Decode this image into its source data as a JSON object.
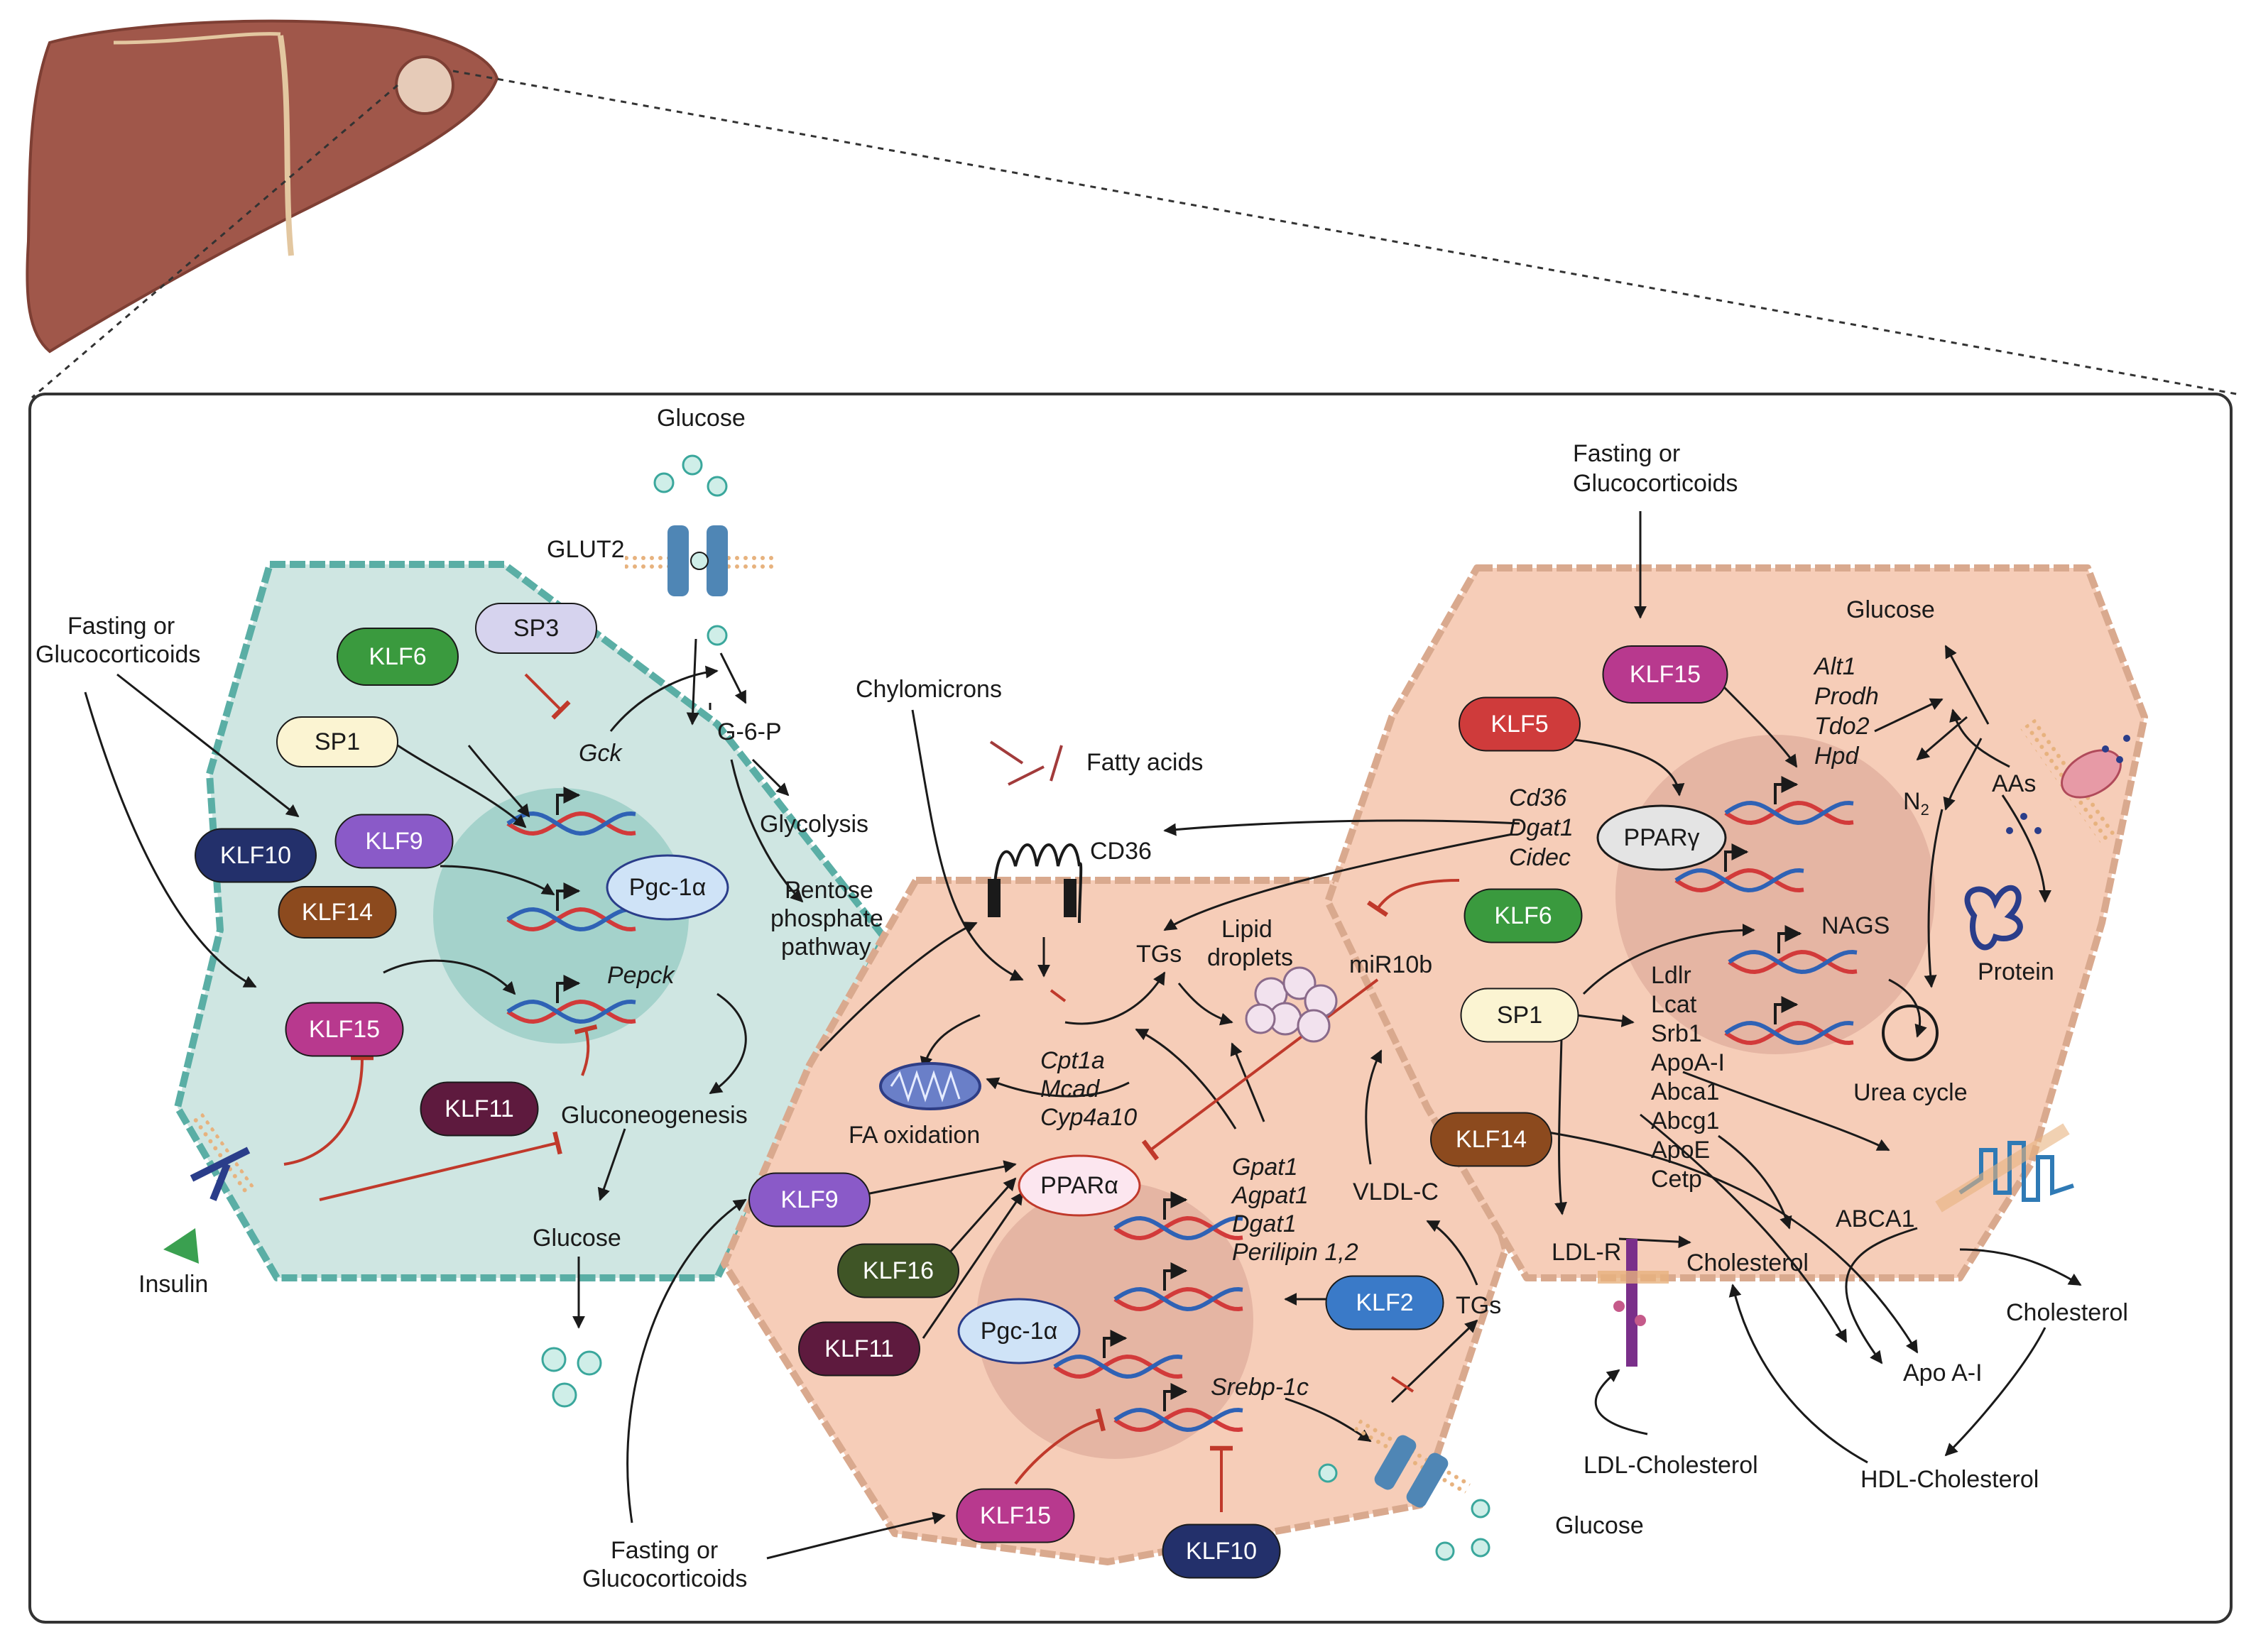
{
  "colors": {
    "liver": "#a0574a",
    "cell_left_fill": "#cfe6e2",
    "cell_left_border": "#5aaea5",
    "cell_right_fill": "#f6cdb8",
    "cell_right_border": "#d9a98e",
    "nucleus_left": "#9fcfc9",
    "nucleus_right": "#e3b3a1",
    "inhibit": "#c0392b",
    "dna_red": "#d23a3a",
    "dna_blue": "#2f62b5"
  },
  "badges": [
    {
      "key": "sp3",
      "label": "SP3",
      "color": "#d6d3ee",
      "dark": true
    },
    {
      "key": "klf6_left",
      "label": "KLF6",
      "color": "#3a9a3e"
    },
    {
      "key": "sp1_left",
      "label": "SP1",
      "color": "#fbf4d2",
      "dark": true
    },
    {
      "key": "klf10_left",
      "label": "KLF10",
      "color": "#23306b"
    },
    {
      "key": "klf9_left",
      "label": "KLF9",
      "color": "#8a5ac8"
    },
    {
      "key": "klf14_left",
      "label": "KLF14",
      "color": "#8c4a1e"
    },
    {
      "key": "klf15_left",
      "label": "KLF15",
      "color": "#b8398e"
    },
    {
      "key": "klf11_left",
      "label": "KLF11",
      "color": "#5e1a3e"
    },
    {
      "key": "klf15_right",
      "label": "KLF15",
      "color": "#b8398e"
    },
    {
      "key": "klf5",
      "label": "KLF5",
      "color": "#cf3b3b"
    },
    {
      "key": "klf6_mid",
      "label": "KLF6",
      "color": "#3a9a3e"
    },
    {
      "key": "sp1_mid",
      "label": "SP1",
      "color": "#fbf4d2",
      "dark": true
    },
    {
      "key": "klf14_mid",
      "label": "KLF14",
      "color": "#8c4a1e"
    },
    {
      "key": "klf9_mid",
      "label": "KLF9",
      "color": "#8a5ac8"
    },
    {
      "key": "klf16",
      "label": "KLF16",
      "color": "#3f5526"
    },
    {
      "key": "klf11_mid",
      "label": "KLF11",
      "color": "#5e1a3e"
    },
    {
      "key": "klf2",
      "label": "KLF2",
      "color": "#3a7ac8"
    },
    {
      "key": "klf15_bottom",
      "label": "KLF15",
      "color": "#b8398e"
    },
    {
      "key": "klf10_bottom",
      "label": "KLF10",
      "color": "#23306b"
    }
  ],
  "proteins": {
    "pgc1a_left": "Pgc-1α",
    "pgc1a_mid": "Pgc-1α",
    "pparg": "PPARγ",
    "ppara": "PPARα"
  },
  "labels": {
    "glucose_top": "Glucose",
    "glut2": "GLUT2",
    "fasting_left_1": "Fasting or",
    "fasting_left_2": "Glucocorticoids",
    "fasting_top_right_1": "Fasting or",
    "fasting_top_right_2": "Glucocorticoids",
    "fasting_bottom_1": "Fasting or",
    "fasting_bottom_2": "Glucocorticoids",
    "g6p": "G-6-P",
    "glycolysis": "Glycolysis",
    "pentose_1": "Pentose",
    "pentose_2": "phosphate",
    "pentose_3": "pathway",
    "gluconeogenesis": "Gluconeogenesis",
    "glucose_left_bottom": "Glucose",
    "insulin": "Insulin",
    "chylomicrons": "Chylomicrons",
    "fatty_acids": "Fatty acids",
    "cd36": "CD36",
    "tgs_mid": "TGs",
    "lipid_1": "Lipid",
    "lipid_2": "droplets",
    "fa_oxidation": "FA oxidation",
    "mir10b": "miR10b",
    "vldl": "VLDL-C",
    "tgs_right": "TGs",
    "glucose_bottom": "Glucose",
    "glucose_right": "Glucose",
    "aas": "AAs",
    "n2": "N",
    "n2_sub": "2",
    "protein": "Protein",
    "nags": "NAGS",
    "urea": "Urea cycle",
    "ldlr_receptor": "LDL-R",
    "cholesterol_mid": "Cholesterol",
    "abca1": "ABCA1",
    "cholesterol_right": "Cholesterol",
    "apoai": "Apo A-I",
    "ldl_chol": "LDL-Cholesterol",
    "hdl_chol": "HDL-Cholesterol"
  },
  "genes": {
    "gck": "Gck",
    "pepck": "Pepck",
    "cpt_1": "Cpt1a",
    "cpt_2": "Mcad",
    "cpt_3": "Cyp4a10",
    "gpat_1": "Gpat1",
    "gpat_2": "Agpat1",
    "gpat_3": "Dgat1",
    "gpat_4": "Perilipin 1,2",
    "srebp": "Srebp-1c",
    "cd36_1": "Cd36",
    "cd36_2": "Dgat1",
    "cd36_3": "Cidec",
    "alt_1": "Alt1",
    "alt_2": "Prodh",
    "alt_3": "Tdo2",
    "alt_4": "Hpd"
  },
  "chol_genes": [
    "Ldlr",
    "Lcat",
    "Srb1",
    "ApoA-I",
    "Abca1",
    "Abcg1",
    "ApoE",
    "Cetp"
  ]
}
